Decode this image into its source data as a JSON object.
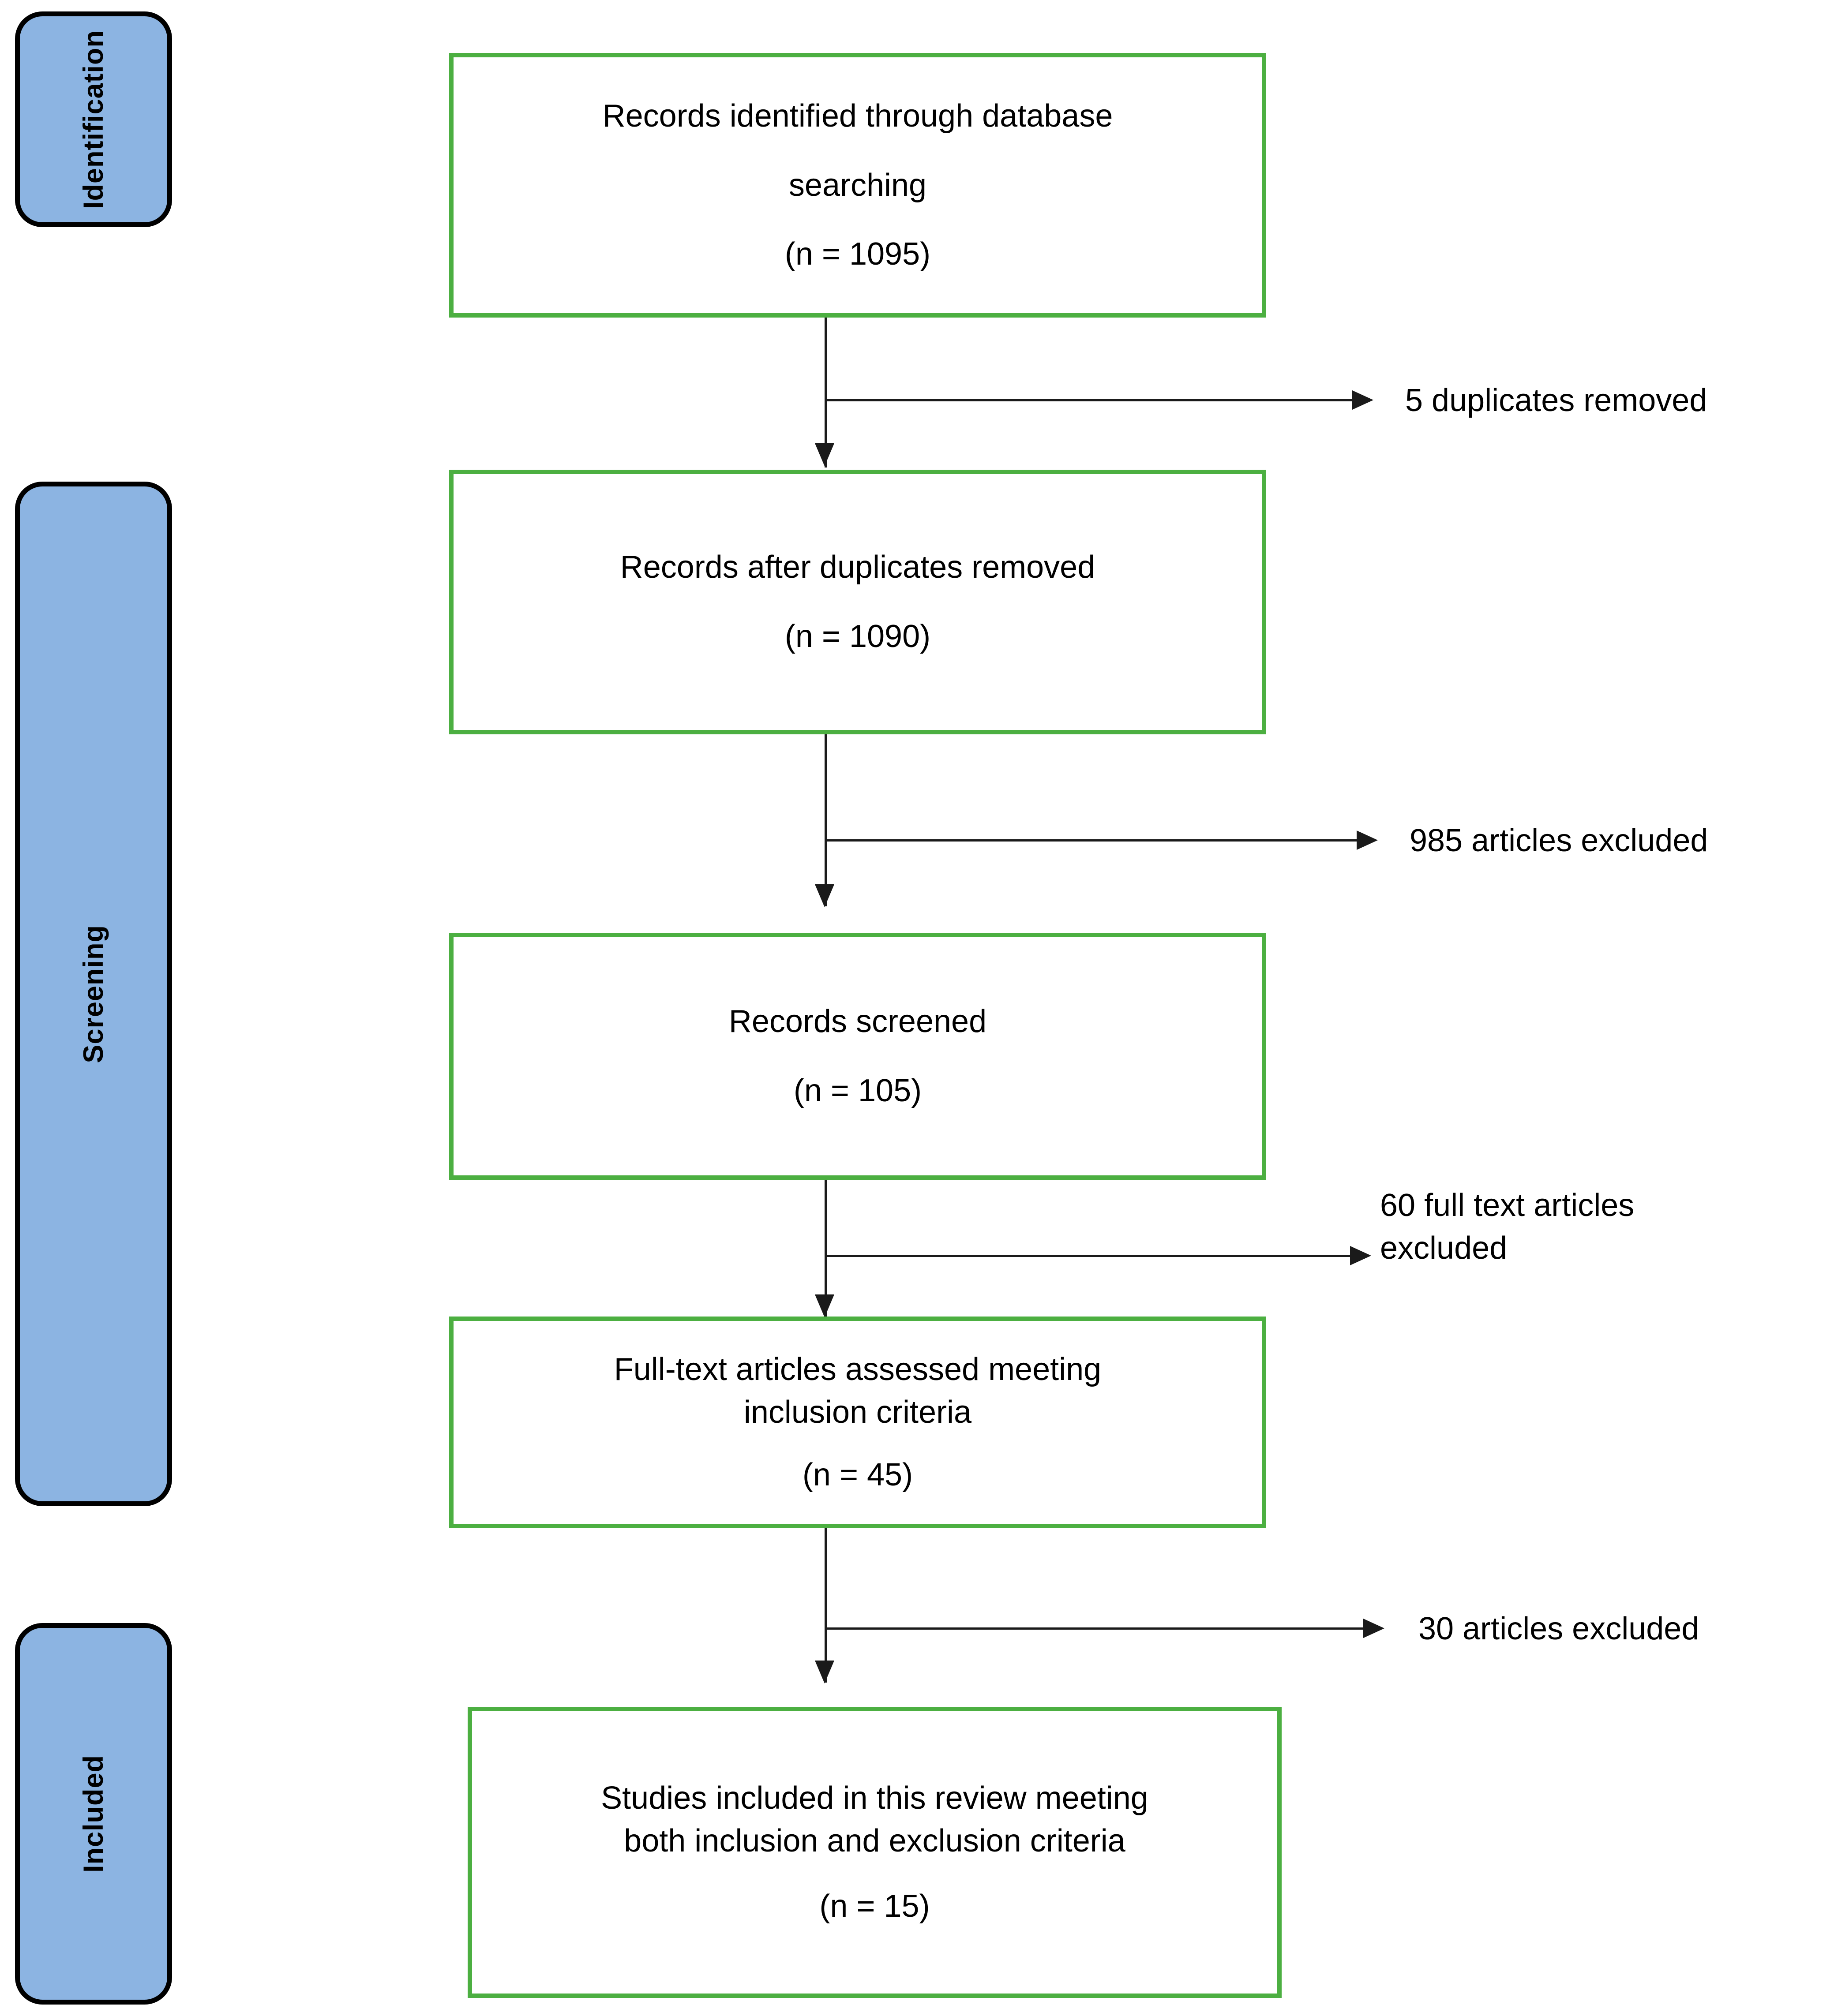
{
  "diagram": {
    "type": "prisma-flow-diagram",
    "accent_green": "#4CAF41",
    "stage_fill_blue": "#8CB4E2",
    "connector_color": "#1a1a1a"
  },
  "stages": [
    {
      "id": "identification",
      "label": "Identification"
    },
    {
      "id": "screening",
      "label": "Screening"
    },
    {
      "id": "included",
      "label": "Included"
    }
  ],
  "boxes": [
    {
      "id": "records-identified",
      "lines": [
        "Records identified through database",
        "searching",
        "(n = 1095)"
      ],
      "count": 1095
    },
    {
      "id": "records-after-duplicates",
      "lines": [
        "Records after duplicates removed",
        "(n = 1090)"
      ],
      "count": 1090
    },
    {
      "id": "records-screened",
      "lines": [
        "Records screened",
        "(n = 105)"
      ],
      "count": 105
    },
    {
      "id": "full-text-assessed",
      "lines": [
        "Full-text articles assessed meeting",
        "inclusion criteria",
        "(n = 45)"
      ],
      "count": 45
    },
    {
      "id": "studies-included",
      "lines": [
        "Studies included in this review meeting",
        "both inclusion and exclusion criteria",
        "(n = 15)"
      ],
      "count": 15
    }
  ],
  "exclusions": [
    {
      "id": "duplicates-removed",
      "text": "5 duplicates removed",
      "count": 5
    },
    {
      "id": "articles-excluded-985",
      "text": "985 articles excluded",
      "count": 985
    },
    {
      "id": "full-text-excluded-60",
      "text": "60 full text articles\nexcluded",
      "count": 60
    },
    {
      "id": "articles-excluded-30",
      "text": "30 articles excluded",
      "count": 30
    }
  ]
}
